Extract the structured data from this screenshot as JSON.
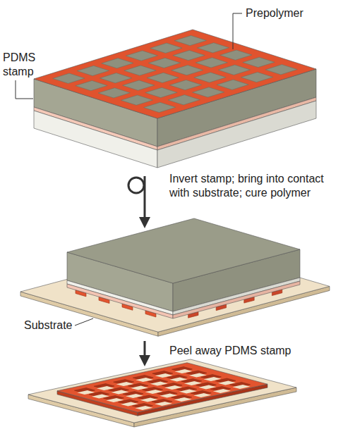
{
  "diagram": {
    "labels": [
      "Prepolymer",
      "PDMS stamp",
      "Invert stamp; bring into contact with substrate; cure polymer",
      "Substrate",
      "Peel away PDMS stamp"
    ]
  }
}
